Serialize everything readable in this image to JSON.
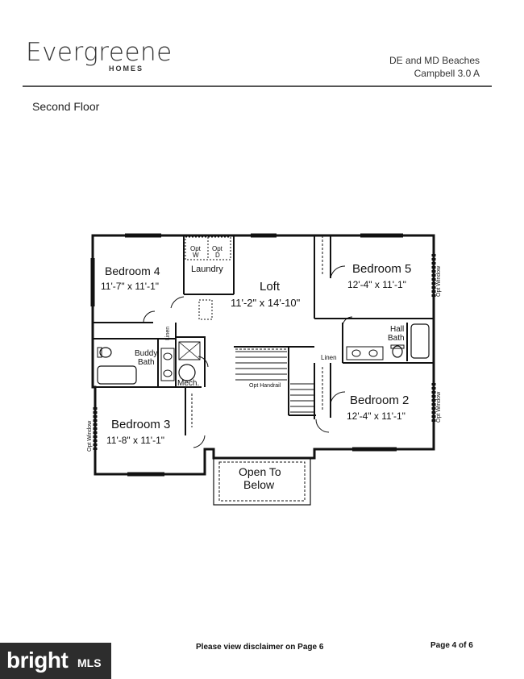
{
  "header": {
    "brand_name": "Evergreene",
    "brand_sub": "HOMES",
    "region": "DE and MD Beaches",
    "plan": "Campbell 3.0 A"
  },
  "floor_title": "Second Floor",
  "rooms": {
    "bedroom4_name": "Bedroom 4",
    "bedroom4_size": "11'-7\" x 11'-1\"",
    "laundry": "Laundry",
    "opt_w": "Opt",
    "opt_w2": "W",
    "opt_d": "Opt",
    "opt_d2": "D",
    "loft_name": "Loft",
    "loft_size": "11'-2\" x 14'-10\"",
    "bedroom5_name": "Bedroom 5",
    "bedroom5_size": "12'-4\" x 11'-1\"",
    "opt_window_right_top": "Opt Window",
    "linen_left": "Linen",
    "buddy_bath_1": "Buddy",
    "buddy_bath_2": "Bath",
    "mech": "Mech.",
    "hall_bath_1": "Hall",
    "hall_bath_2": "Bath",
    "linen_right": "Linen",
    "opt_handrail": "Opt Handrail",
    "bedroom2_name": "Bedroom 2",
    "bedroom2_size": "12'-4\" x 11'-1\"",
    "opt_window_right_bottom": "Opt Window",
    "opt_window_left": "Opt Window",
    "bedroom3_name": "Bedroom 3",
    "bedroom3_size": "11'-8\" x 11'-1\"",
    "open_to_1": "Open To",
    "open_to_2": "Below"
  },
  "footer": {
    "disclaimer": "Please view disclaimer on Page 6",
    "page": "Page 4 of 6",
    "watermark_bright": "bright",
    "watermark_mls": "MLS"
  }
}
